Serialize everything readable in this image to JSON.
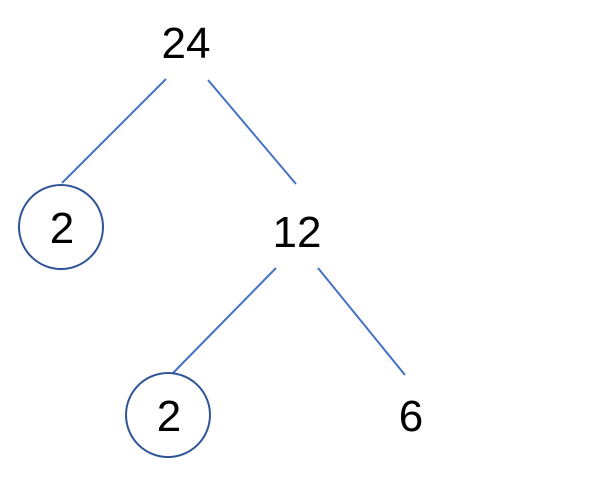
{
  "colors": {
    "edge": "#4472C4",
    "circle": "#2F5597",
    "text": "#000000",
    "background": "#FFFFFF"
  },
  "tree": {
    "root": {
      "value": "24",
      "circled": false
    },
    "root_left": {
      "value": "2",
      "circled": true
    },
    "root_right": {
      "value": "12",
      "circled": false
    },
    "mid_left": {
      "value": "2",
      "circled": true
    },
    "mid_right": {
      "value": "6",
      "circled": false
    }
  }
}
